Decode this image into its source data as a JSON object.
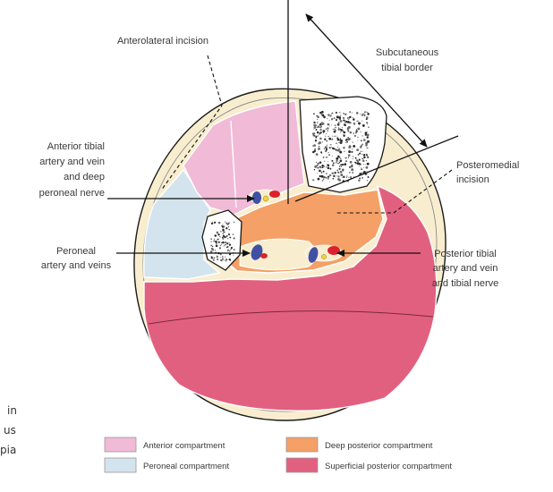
{
  "labels": {
    "anterolateral_incision": "Anterolateral incision",
    "subcutaneous_tibial_border": [
      "Subcutaneous",
      "tibial border"
    ],
    "anterior_tibial": [
      "Anterior tibial",
      "artery and vein",
      "and deep",
      "peroneal nerve"
    ],
    "posteromedial_incision": [
      "Posteromedial",
      "incision"
    ],
    "peroneal": [
      "Peroneal",
      "artery and veins"
    ],
    "posterior_tibial": [
      "Posterior tibial",
      "artery and vein",
      "and tibial nerve"
    ]
  },
  "legend": [
    {
      "label": "Anterior compartment",
      "color": "#f1bad7"
    },
    {
      "label": "Deep posterior compartment",
      "color": "#f4a067"
    },
    {
      "label": "Peroneal compartment",
      "color": "#d3e4ee"
    },
    {
      "label": "Superficial posterior compartment",
      "color": "#e2607f"
    }
  ],
  "colors": {
    "subcutaneous_fat": "#f8eecf",
    "bone": "#ffffff",
    "artery": "#d9232c",
    "vein": "#3f50a5",
    "nerve": "#f2d43b"
  },
  "cropped_text": [
    "in",
    "us",
    "pia"
  ]
}
